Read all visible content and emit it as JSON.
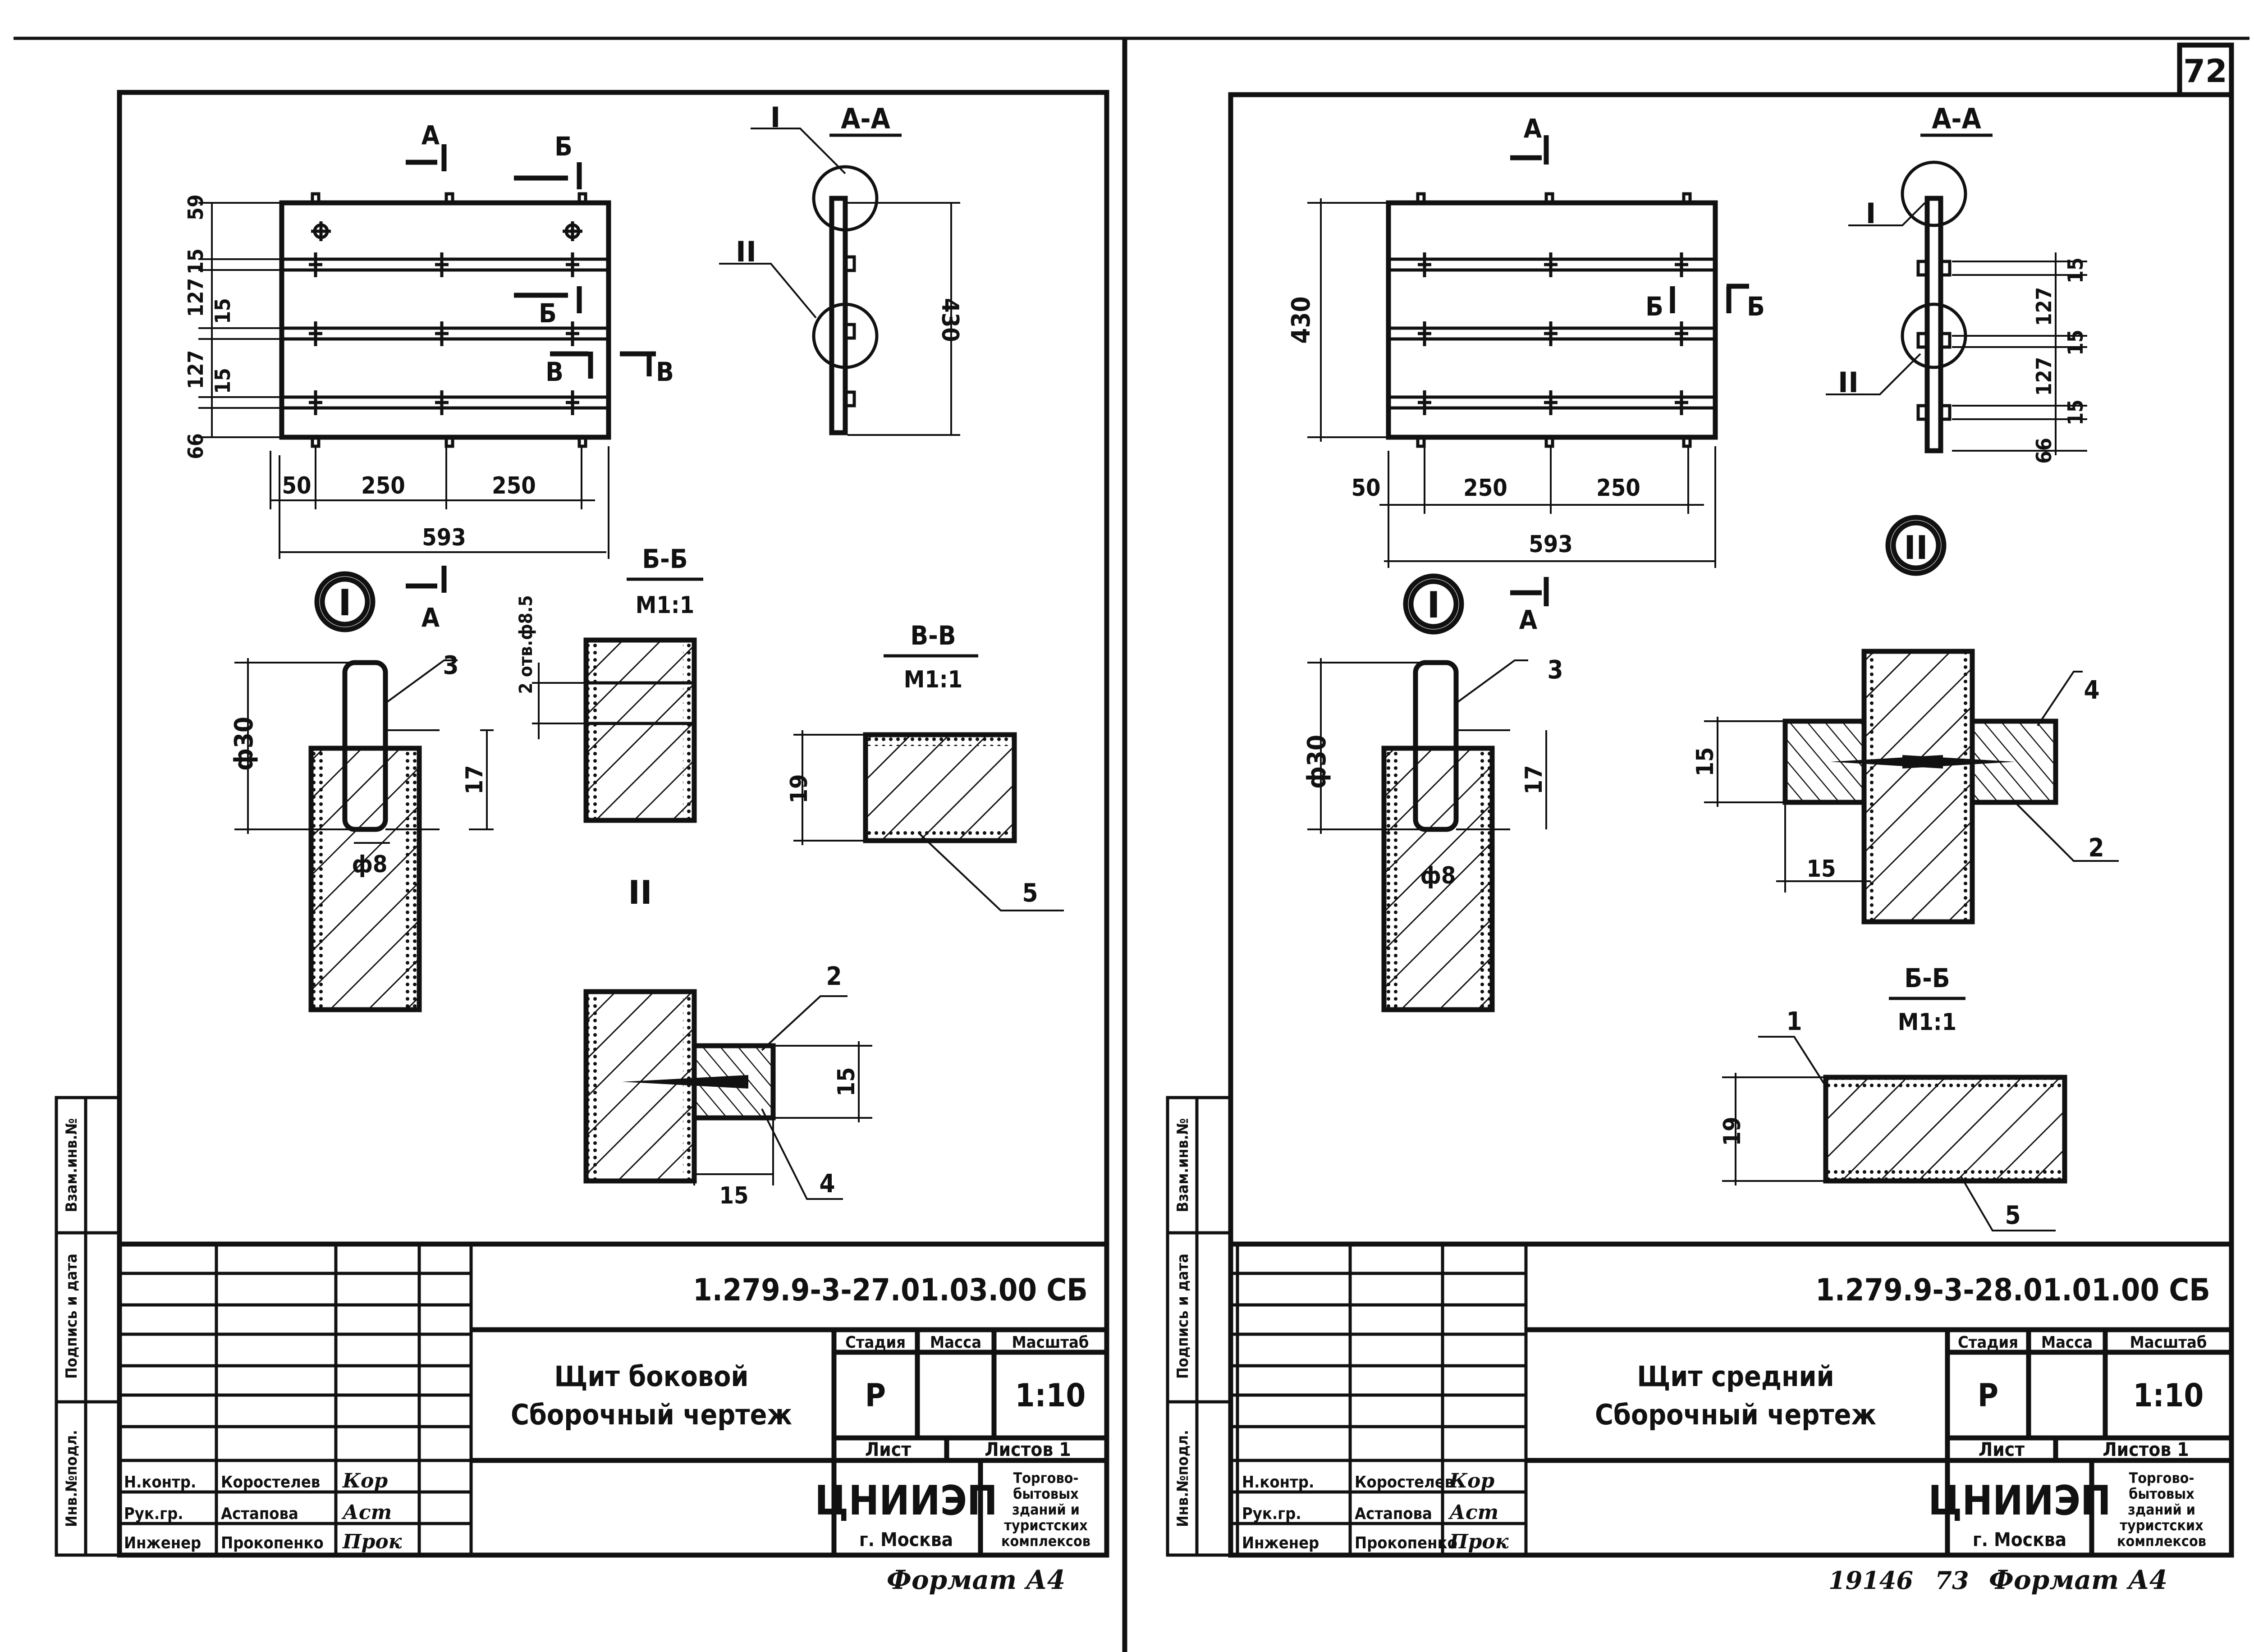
{
  "page_number": "72",
  "footer": {
    "archive_number": "19146",
    "sheet_ref": "73"
  },
  "left_sheet": {
    "main_view": {
      "section_labels": [
        "А",
        "А",
        "Б",
        "Б",
        "В",
        "В"
      ],
      "dimensions_left": [
        "59",
        "15",
        "127",
        "15",
        "127",
        "15",
        "66"
      ],
      "dimensions_bottom": [
        "50",
        "250",
        "250",
        "593"
      ],
      "view_marker": "I"
    },
    "section_aa": {
      "title": "А-А",
      "callout_1": "I",
      "callout_2": "II",
      "height": "430"
    },
    "section_bb": {
      "title": "Б-Б",
      "scale": "М1:1",
      "hole_label": "2 отв.ф8.5"
    },
    "section_vv": {
      "title": "В-В",
      "scale": "М1:1",
      "height": "19",
      "part": "5"
    },
    "detail_I": {
      "diameter": "ф30",
      "pin_diameter": "ф8",
      "height": "17",
      "part": "3"
    },
    "detail_II": {
      "title": "II",
      "part_top": "2",
      "part_bottom": "4",
      "height": "15",
      "width": "15"
    },
    "title_block": {
      "code": "1.279.9-3-27.01.03.00 СБ",
      "name_line1": "Щит боковой",
      "name_line2": "Сборочный чертеж",
      "stage_header": "Стадия",
      "mass_header": "Масса",
      "scale_header": "Масштаб",
      "stage": "Р",
      "scale": "1:10",
      "sheet_label": "Лист",
      "sheets_label": "Листов 1",
      "org": "ЦНИИЭП",
      "city": "г. Москва",
      "org_desc": [
        "Торгово-",
        "бытовых",
        "зданий и",
        "туристских",
        "комплексов"
      ],
      "roles": [
        {
          "role": "Н.контр.",
          "name": "Коростелев",
          "sign": "Кор"
        },
        {
          "role": "Рук.гр.",
          "name": "Астапова",
          "sign": "Аст"
        },
        {
          "role": "Инженер",
          "name": "Прокопенко",
          "sign": "Прок"
        }
      ],
      "side_labels": [
        "Инв.№подл.",
        "Подпись и дата",
        "Взам.инв.№"
      ],
      "format": "Формат А4"
    }
  },
  "right_sheet": {
    "main_view": {
      "section_labels": [
        "А",
        "А",
        "Б",
        "Б"
      ],
      "height": "430",
      "dimensions_bottom": [
        "50",
        "250",
        "250",
        "593"
      ],
      "view_marker": "I"
    },
    "section_aa": {
      "title": "А-А",
      "callout_1": "I",
      "callout_2": "II",
      "dimensions_right": [
        "15",
        "127",
        "15",
        "127",
        "15",
        "66"
      ],
      "view_marker": "II"
    },
    "detail_I": {
      "diameter": "ф30",
      "pin_diameter": "ф8",
      "height": "17",
      "part": "3"
    },
    "detail_II": {
      "part_top": "4",
      "part_bottom": "2",
      "height": "15",
      "width": "15"
    },
    "section_bb": {
      "title": "Б-Б",
      "scale": "М1:1",
      "height": "19",
      "part_top": "1",
      "part_bottom": "5"
    },
    "title_block": {
      "code": "1.279.9-3-28.01.01.00 СБ",
      "name_line1": "Щит средний",
      "name_line2": "Сборочный чертеж",
      "stage_header": "Стадия",
      "mass_header": "Масса",
      "scale_header": "Масштаб",
      "stage": "Р",
      "scale": "1:10",
      "sheet_label": "Лист",
      "sheets_label": "Листов 1",
      "org": "ЦНИИЭП",
      "city": "г. Москва",
      "org_desc": [
        "Торгово-",
        "бытовых",
        "зданий и",
        "туристских",
        "комплексов"
      ],
      "roles": [
        {
          "role": "Н.контр.",
          "name": "Коростелев",
          "sign": "Кор"
        },
        {
          "role": "Рук.гр.",
          "name": "Астапова",
          "sign": "Аст"
        },
        {
          "role": "Инженер",
          "name": "Прокопенко",
          "sign": "Прок"
        }
      ],
      "side_labels": [
        "Инв.№подл.",
        "Подпись и дата",
        "Взам.инв.№"
      ],
      "format": "Формат А4"
    }
  }
}
